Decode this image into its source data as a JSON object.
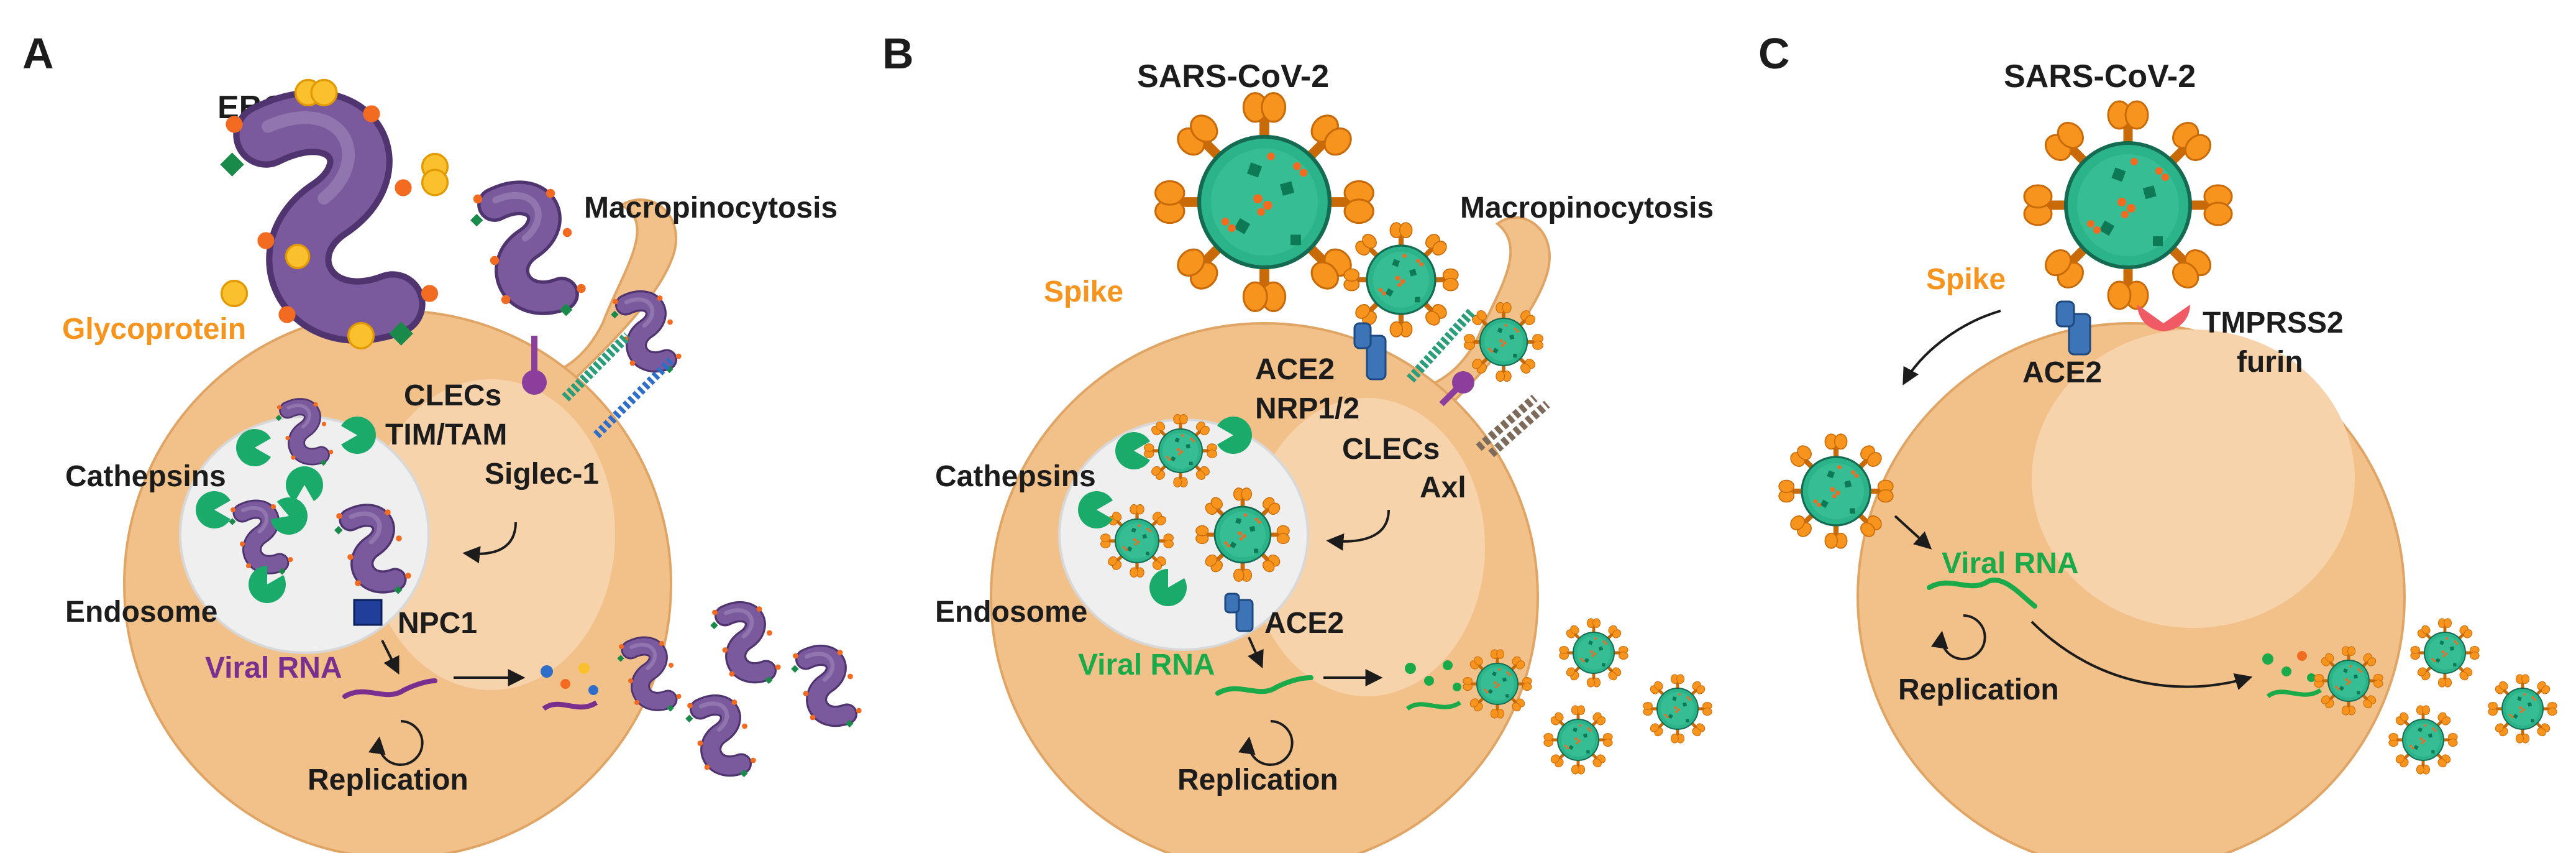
{
  "panels": {
    "a": {
      "letter": "A",
      "virus": "EBOV",
      "glycoprotein": "Glycoprotein",
      "macropinocytosis": "Macropinocytosis",
      "receptors": [
        "CLECs",
        "TIM/TAM",
        "Siglec-1"
      ],
      "cathepsins": "Cathepsins",
      "endosome": "Endosome",
      "npc1": "NPC1",
      "viral_rna": "Viral RNA",
      "replication": "Replication"
    },
    "b": {
      "letter": "B",
      "virus": "SARS-CoV-2",
      "spike": "Spike",
      "macropinocytosis": "Macropinocytosis",
      "receptors": [
        "ACE2",
        "NRP1/2",
        "CLECs",
        "Axl"
      ],
      "cathepsins": "Cathepsins",
      "endosome": "Endosome",
      "ace2_endo": "ACE2",
      "viral_rna": "Viral RNA",
      "replication": "Replication"
    },
    "c": {
      "letter": "C",
      "virus": "SARS-CoV-2",
      "spike": "Spike",
      "ace2": "ACE2",
      "tmprss2": "TMPRSS2",
      "furin": "furin",
      "viral_rna": "Viral RNA",
      "replication": "Replication"
    }
  },
  "colors": {
    "cell": "#f2c089",
    "nucleus": "#f7d3ac",
    "endosome": "#efefef",
    "ebov_purple": "#7a5a9c",
    "sars_green": "#2bb38a",
    "spike_orange": "#f7941d",
    "receptor_blue": "#3d74b8",
    "tmprss2_red": "#f05a64",
    "label_orange": "#f7941d",
    "label_purple": "#7a2f8f",
    "label_green": "#1aaa4a"
  }
}
